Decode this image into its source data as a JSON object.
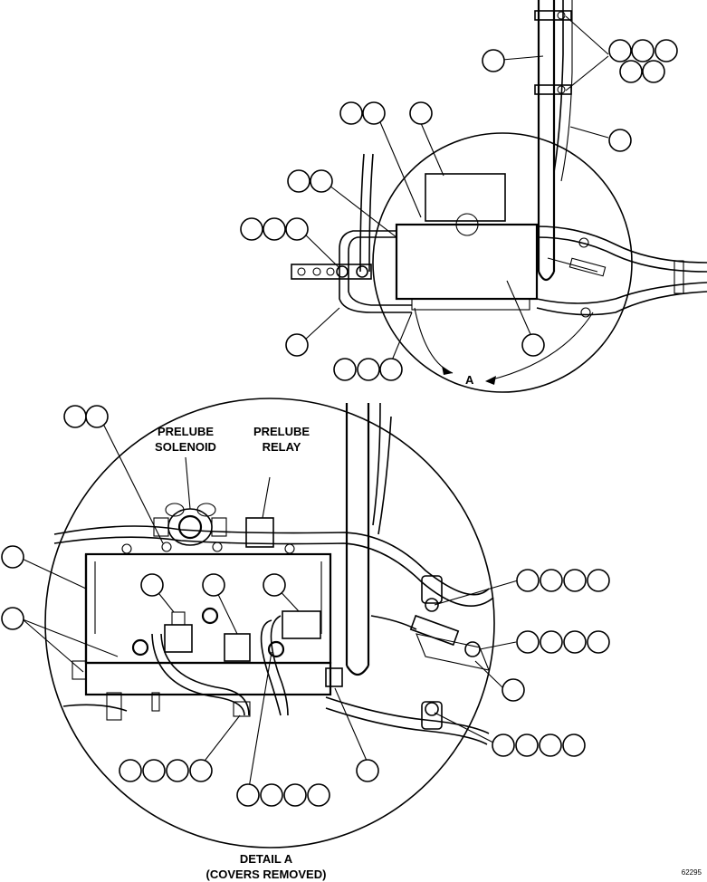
{
  "labels": {
    "prelube_solenoid_line1": "PRELUBE",
    "prelube_solenoid_line2": "SOLENOID",
    "prelube_relay_line1": "PRELUBE",
    "prelube_relay_line2": "RELAY",
    "view_marker": "A",
    "detail_title": "DETAIL A",
    "detail_subtitle": "(COVERS REMOVED)",
    "figure_number": "62295"
  }
}
